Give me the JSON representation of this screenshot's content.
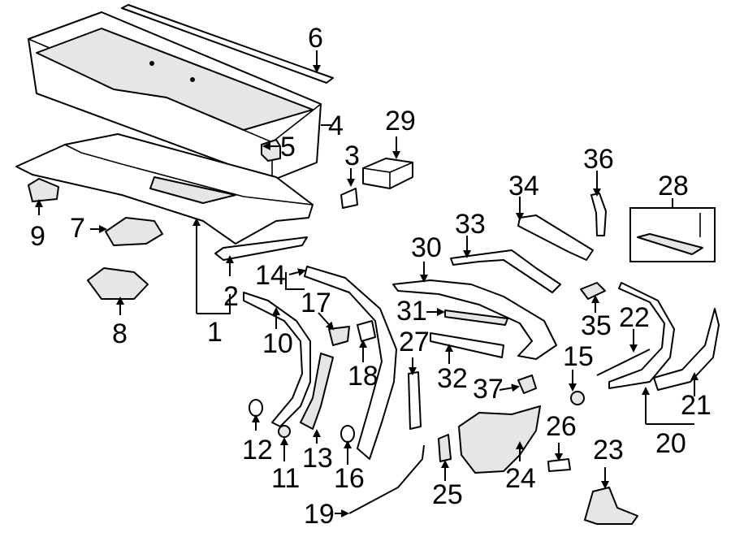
{
  "labels": {
    "p1": "1",
    "p2": "2",
    "p3": "3",
    "p4": "4",
    "p5": "5",
    "p6": "6",
    "p7": "7",
    "p8": "8",
    "p9": "9",
    "p10": "10",
    "p11": "11",
    "p12": "12",
    "p13": "13",
    "p14": "14",
    "p15": "15",
    "p16": "16",
    "p17": "17",
    "p18": "18",
    "p19": "19",
    "p20": "20",
    "p21": "21",
    "p22": "22",
    "p23": "23",
    "p24": "24",
    "p25": "25",
    "p26": "26",
    "p27": "27",
    "p28": "28",
    "p29": "29",
    "p30": "30",
    "p31": "31",
    "p32": "32",
    "p33": "33",
    "p34": "34",
    "p35": "35",
    "p36": "36",
    "p37": "37"
  }
}
